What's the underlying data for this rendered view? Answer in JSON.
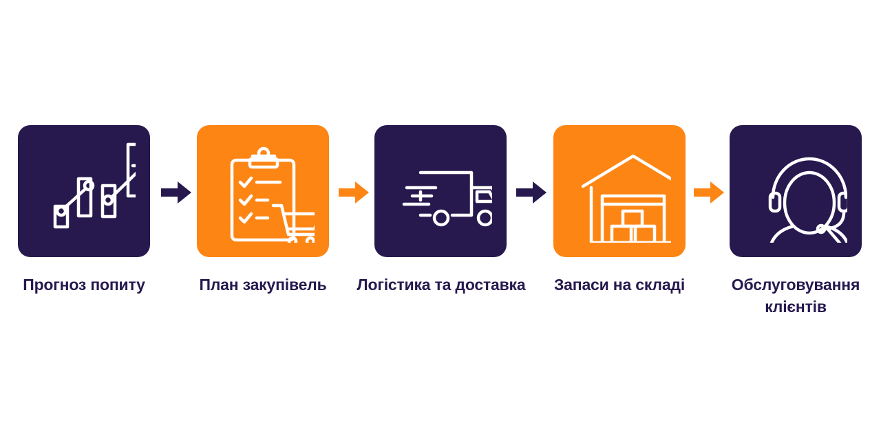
{
  "colors": {
    "dark": "#27194e",
    "accent": "#fd8514",
    "icon_stroke": "#ffffff",
    "text": "#27194e",
    "background": "#ffffff"
  },
  "steps": [
    {
      "label": "Прогноз попиту",
      "label_lines": [
        "Прогноз попиту"
      ],
      "icon": "growth-chart-icon",
      "tile_color": "dark"
    },
    {
      "label": "План закупівель",
      "label_lines": [
        "План закупівель"
      ],
      "icon": "clipboard-cart-icon",
      "tile_color": "accent"
    },
    {
      "label": "Логістика та доставка",
      "label_lines": [
        "Логістика та доставка"
      ],
      "icon": "delivery-truck-icon",
      "tile_color": "dark"
    },
    {
      "label": "Запаси на складі",
      "label_lines": [
        "Запаси на складі"
      ],
      "icon": "warehouse-icon",
      "tile_color": "accent"
    },
    {
      "label": "Обслуговування клієнтів",
      "label_lines": [
        "Обслуговування",
        "клієнтів"
      ],
      "icon": "headset-operator-icon",
      "tile_color": "dark"
    }
  ],
  "connectors": [
    {
      "icon": "arrow-right-icon",
      "color": "dark"
    },
    {
      "icon": "arrow-right-icon",
      "color": "accent"
    },
    {
      "icon": "arrow-right-icon",
      "color": "dark"
    },
    {
      "icon": "arrow-right-icon",
      "color": "accent"
    }
  ]
}
